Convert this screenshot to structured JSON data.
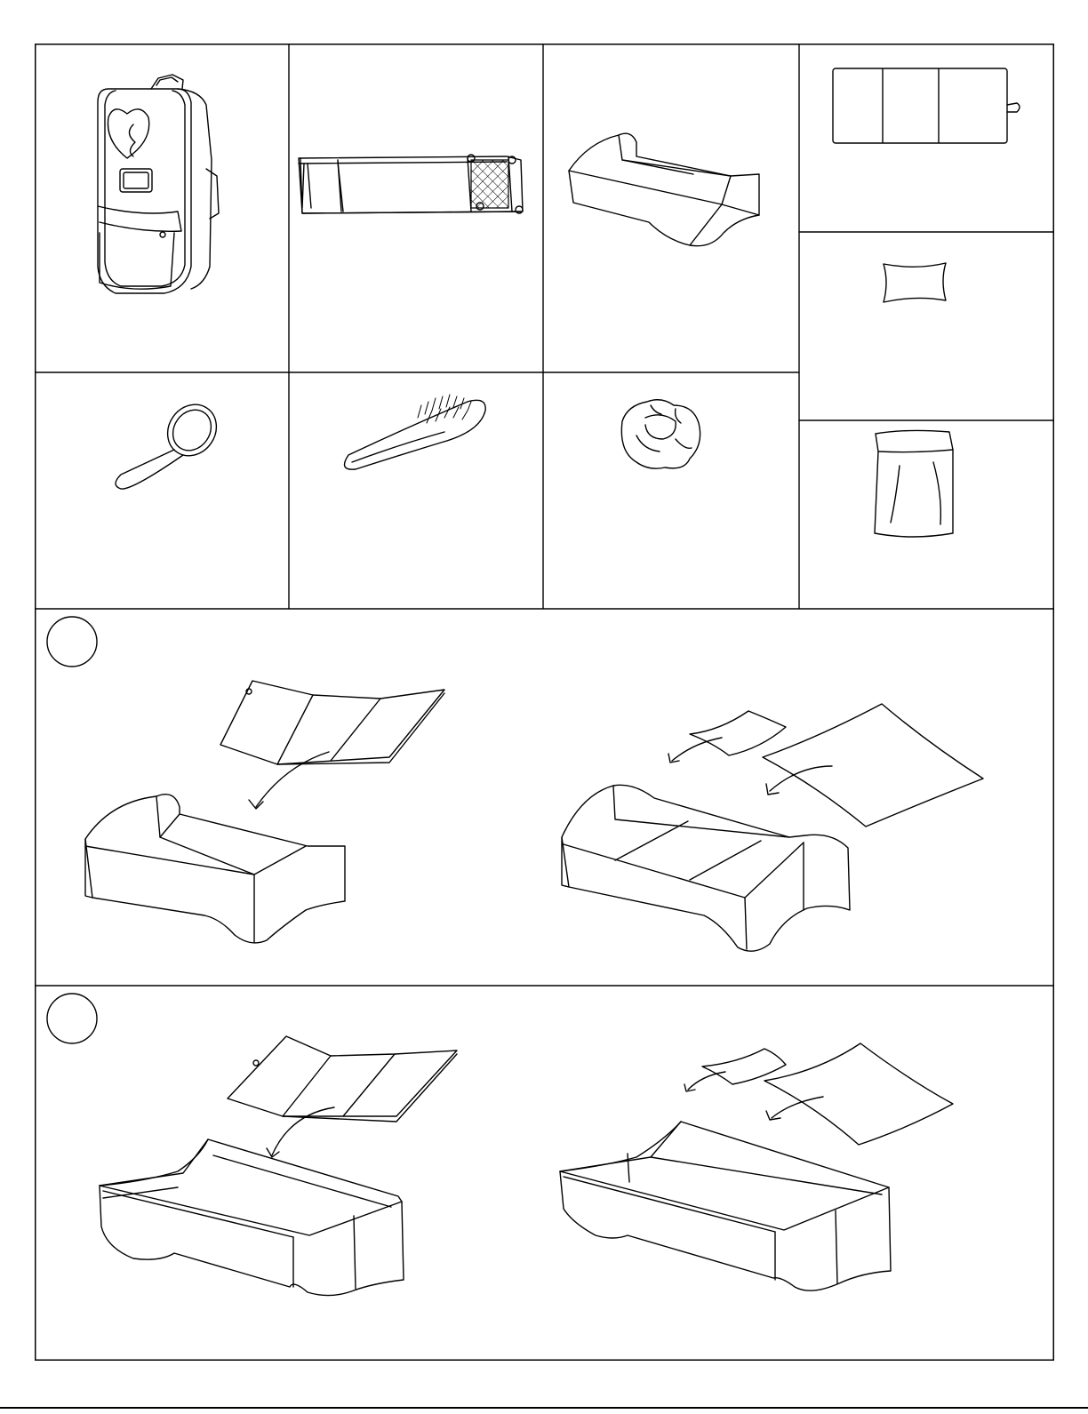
{
  "page": {
    "background": "#ffffff",
    "ink": "#000000"
  },
  "parts": [
    {
      "id": "backpack",
      "icon": "backpack-icon"
    },
    {
      "id": "bed-slats",
      "icon": "bed-slats-icon"
    },
    {
      "id": "bed-frame",
      "icon": "bed-frame-icon"
    },
    {
      "id": "folding-mattress",
      "icon": "folding-mattress-icon"
    },
    {
      "id": "pillow",
      "icon": "pillow-icon"
    },
    {
      "id": "blanket",
      "icon": "blanket-icon"
    },
    {
      "id": "hand-mirror",
      "icon": "hand-mirror-icon"
    },
    {
      "id": "hairbrush",
      "icon": "hairbrush-icon"
    },
    {
      "id": "scrunchie",
      "icon": "scrunchie-icon"
    }
  ],
  "steps": [
    {
      "marker": "step-marker-circle",
      "panels": [
        "place-mattress-in-bed",
        "add-pillow-and-blanket"
      ]
    },
    {
      "marker": "step-marker-circle",
      "panels": [
        "place-mattress-in-flat-frame",
        "add-pillow-and-blanket-flat"
      ]
    }
  ]
}
